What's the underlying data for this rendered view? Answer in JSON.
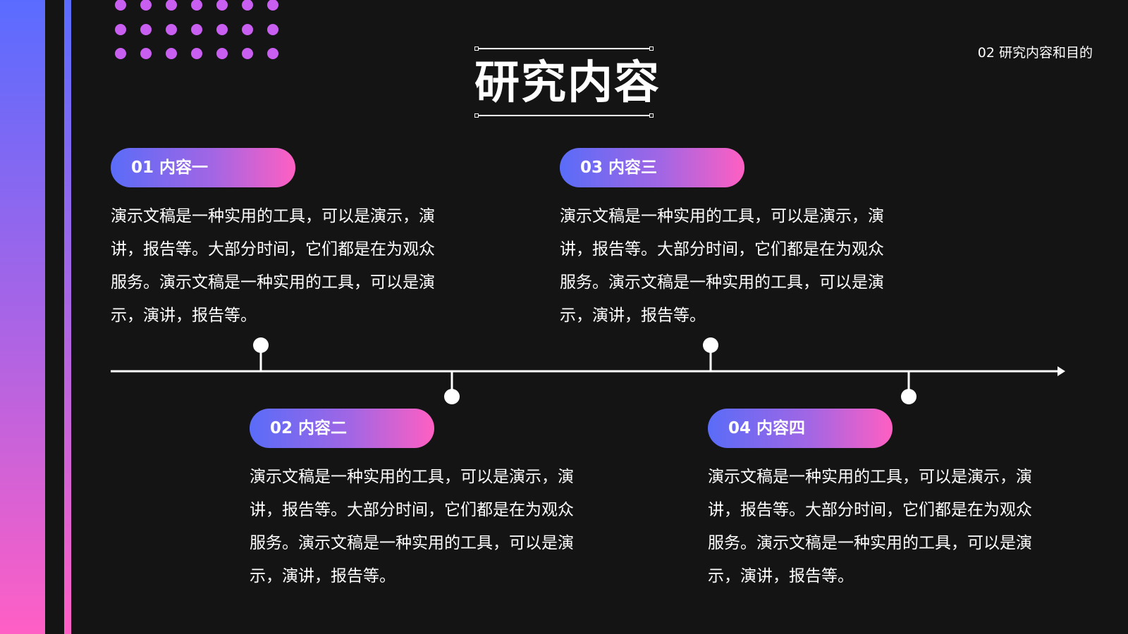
{
  "header": {
    "title": "研究内容",
    "section_label": "02 研究内容和目的"
  },
  "items": [
    {
      "label": "01 内容一",
      "text": "演示文稿是一种实用的工具，可以是演示，演讲，报告等。大部分时间，它们都是在为观众服务。演示文稿是一种实用的工具，可以是演示，演讲，报告等。"
    },
    {
      "label": "02 内容二",
      "text": "演示文稿是一种实用的工具，可以是演示，演讲，报告等。大部分时间，它们都是在为观众服务。演示文稿是一种实用的工具，可以是演示，演讲，报告等。"
    },
    {
      "label": "03 内容三",
      "text": "演示文稿是一种实用的工具，可以是演示，演讲，报告等。大部分时间，它们都是在为观众服务。演示文稿是一种实用的工具，可以是演示，演讲，报告等。"
    },
    {
      "label": "04 内容四",
      "text": "演示文稿是一种实用的工具，可以是演示，演讲，报告等。大部分时间，它们都是在为观众服务。演示文稿是一种实用的工具，可以是演示，演讲，报告等。"
    }
  ],
  "colors": {
    "background": "#141414",
    "gradient_start": "#5a6cf8",
    "gradient_end": "#ff5fc2",
    "dot": "#c95ff0",
    "text": "#ffffff"
  }
}
